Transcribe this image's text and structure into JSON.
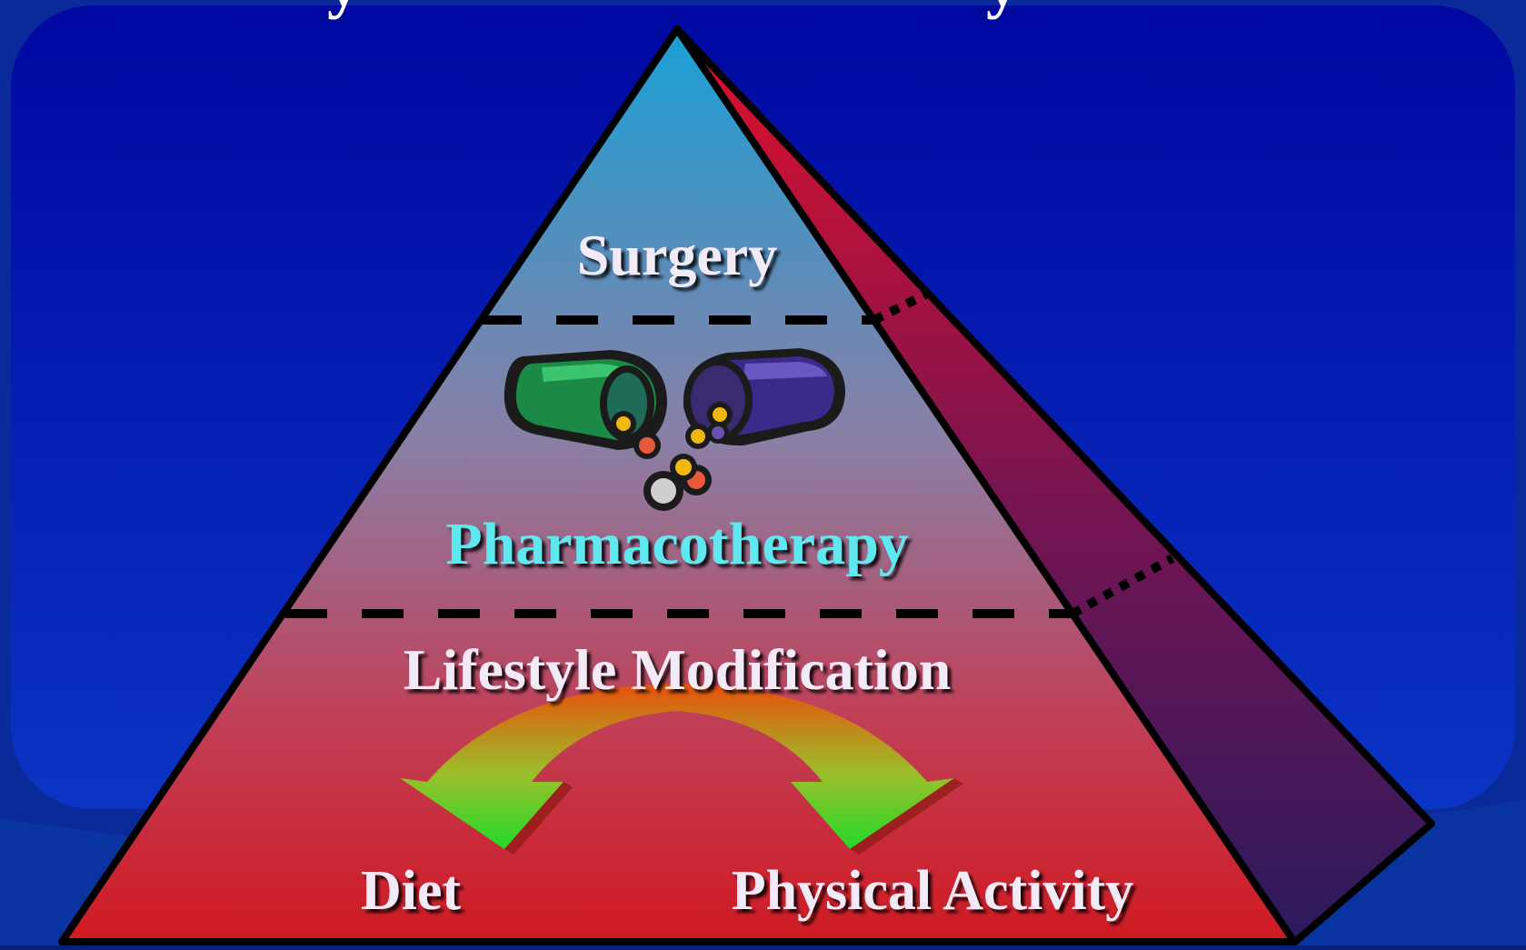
{
  "title_partial": "y y",
  "tiers": {
    "top": "Surgery",
    "middle": "Pharmacotherapy",
    "bottom": "Lifestyle Modification"
  },
  "branches": {
    "left": "Diet",
    "right": "Physical Activity"
  },
  "colors": {
    "background": "#0a2ab8",
    "pyramid_top": "#1aa0d6",
    "pyramid_bottom": "#d01a22",
    "side_top": "#c8102a",
    "side_bottom": "#2a1a5e",
    "pharma_text": "#5fe8f0",
    "label_text": "#f3eaf8",
    "arrow_tip": "#2ed62e",
    "arrow_base": "#e85a10"
  },
  "icons": [
    "green-pill-bottle-icon",
    "purple-pill-bottle-icon",
    "pills-icon"
  ]
}
